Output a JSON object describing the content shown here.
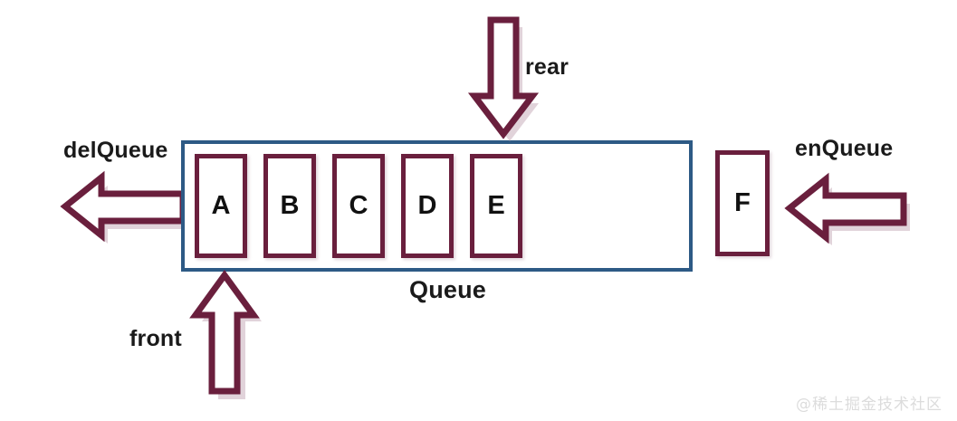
{
  "diagram": {
    "title_label": "Queue",
    "container_color": "#2d5a85",
    "element_color": "#6a1f3d",
    "background": "#ffffff"
  },
  "queue": {
    "elements": [
      {
        "value": "A"
      },
      {
        "value": "B"
      },
      {
        "value": "C"
      },
      {
        "value": "D"
      },
      {
        "value": "E"
      }
    ],
    "capacity_slots": 8,
    "filled_slots": 5
  },
  "incoming": {
    "value": "F"
  },
  "labels": {
    "del_queue": "delQueue",
    "en_queue": "enQueue",
    "rear": "rear",
    "front": "front",
    "queue": "Queue"
  },
  "watermark": {
    "text": "@稀土掘金技术社区"
  }
}
